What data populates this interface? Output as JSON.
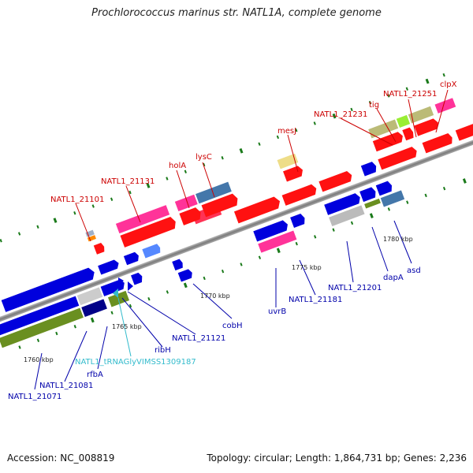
{
  "title": "Prochlorococcus marinus str. NATL1A, complete genome",
  "footer": {
    "accession": "Accession: NC_008819",
    "summary": "Topology: circular; Length: 1,864,731 bp; Genes: 2,236"
  },
  "ruler": [
    "1760 kbp",
    "1765 kbp",
    "1770 kbp",
    "1775 kbp",
    "1780 kbp"
  ],
  "labels_above": [
    "NATL1_21101",
    "NATL1_21131",
    "holA",
    "lysC",
    "mesJ",
    "NATL1_21231",
    "tig",
    "NATL1_21251",
    "clpX"
  ],
  "labels_below": [
    "NATL1_21071",
    "NATL1_21081",
    "rfbA",
    "NATL1_tRNAGlyVIMSS1309187",
    "ribH",
    "NATL1_21121",
    "cobH",
    "uvrB",
    "NATL1_21181",
    "NATL1_21201",
    "dapA",
    "asd"
  ],
  "colors": {
    "label_above": "#cc0000",
    "label_below": "#0000aa",
    "label_trna": "#33bbcc",
    "backbone": "#888888",
    "tick": "#1a7a1a"
  }
}
